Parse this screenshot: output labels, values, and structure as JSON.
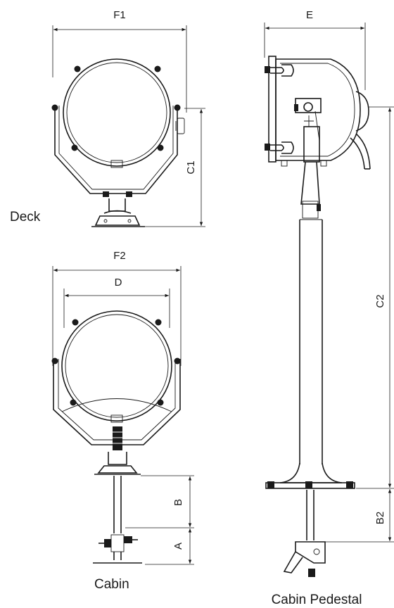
{
  "dimensions": {
    "F1": "F1",
    "F2": "F2",
    "D": "D",
    "E": "E",
    "C1": "C1",
    "C2": "C2",
    "B": "B",
    "A": "A",
    "B2": "B2"
  },
  "captions": {
    "deck": "Deck",
    "cabin": "Cabin",
    "cabin_pedestal": "Cabin Pedestal"
  }
}
